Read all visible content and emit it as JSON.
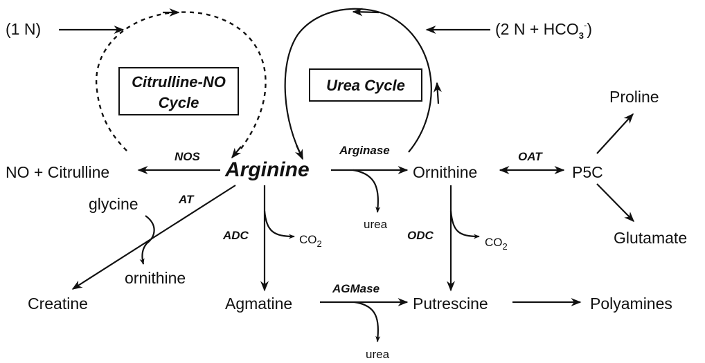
{
  "inputs": {
    "one_n": "(1 N)",
    "two_n_prefix": "(2 N + HCO",
    "two_n_sub": "3",
    "two_n_sup": "-",
    "two_n_suffix": ")"
  },
  "cycles": {
    "citrulline_no_line1": "Citrulline-NO",
    "citrulline_no_line2": "Cycle",
    "urea": "Urea Cycle"
  },
  "nodes": {
    "arginine": "Arginine",
    "no_citrulline": "NO + Citrulline",
    "ornithine": "Ornithine",
    "p5c": "P5C",
    "proline": "Proline",
    "glutamate": "Glutamate",
    "glycine": "glycine",
    "ornithine_small": "ornithine",
    "creatine": "Creatine",
    "agmatine": "Agmatine",
    "putrescine": "Putrescine",
    "polyamines": "Polyamines"
  },
  "enzymes": {
    "nos": "NOS",
    "arginase": "Arginase",
    "oat": "OAT",
    "at": "AT",
    "adc": "ADC",
    "odc": "ODC",
    "agmase": "AGMase"
  },
  "byproducts": {
    "urea_1": "urea",
    "urea_2": "urea",
    "co2_1": "CO",
    "co2_1_sub": "2",
    "co2_2": "CO",
    "co2_2_sub": "2"
  }
}
